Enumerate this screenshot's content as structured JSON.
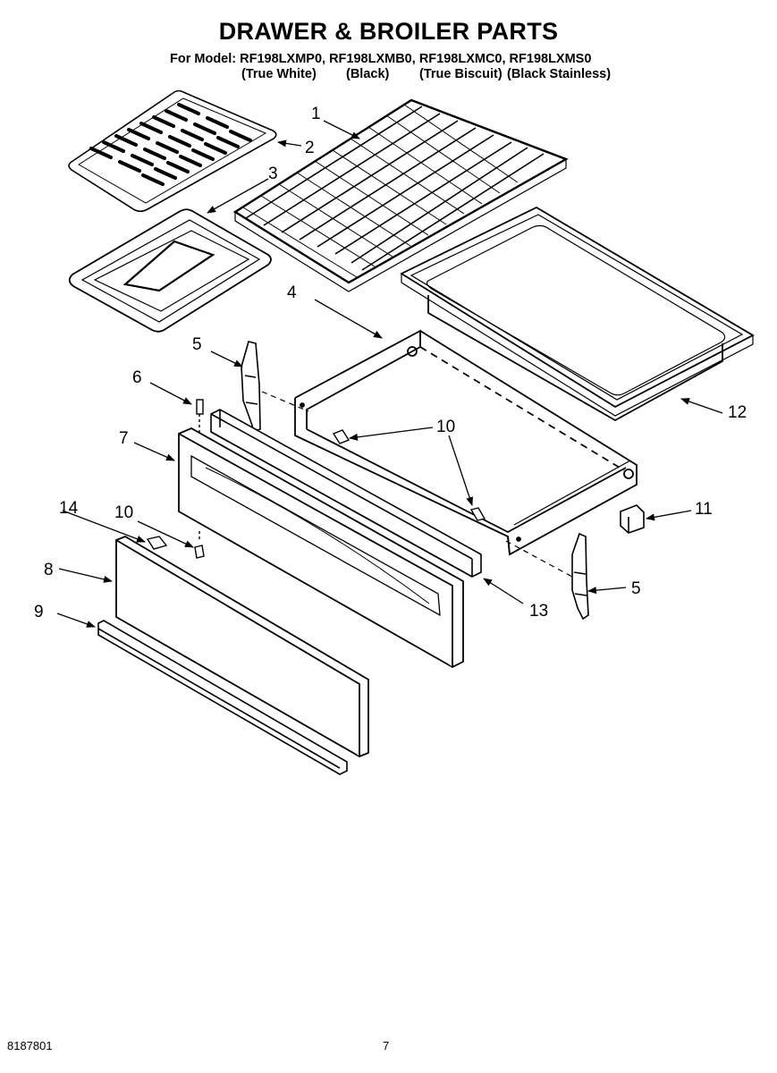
{
  "header": {
    "title": "DRAWER & BROILER PARTS",
    "model_prefix": "For Model:",
    "models": [
      "RF198LXMP0,",
      "RF198LXMB0,",
      "RF198LXMC0,",
      "RF198LXMS0"
    ],
    "colors": [
      "(True White)",
      "(Black)",
      "(True Biscuit)",
      "(Black Stainless)"
    ]
  },
  "callouts": {
    "c1": "1",
    "c2": "2",
    "c3": "3",
    "c4": "4",
    "c5a": "5",
    "c5b": "5",
    "c6": "6",
    "c7": "7",
    "c8": "8",
    "c9": "9",
    "c10a": "10",
    "c10b": "10",
    "c11": "11",
    "c12": "12",
    "c13": "13",
    "c14": "14"
  },
  "footer": {
    "doc_number": "8187801",
    "page_number": "7"
  }
}
